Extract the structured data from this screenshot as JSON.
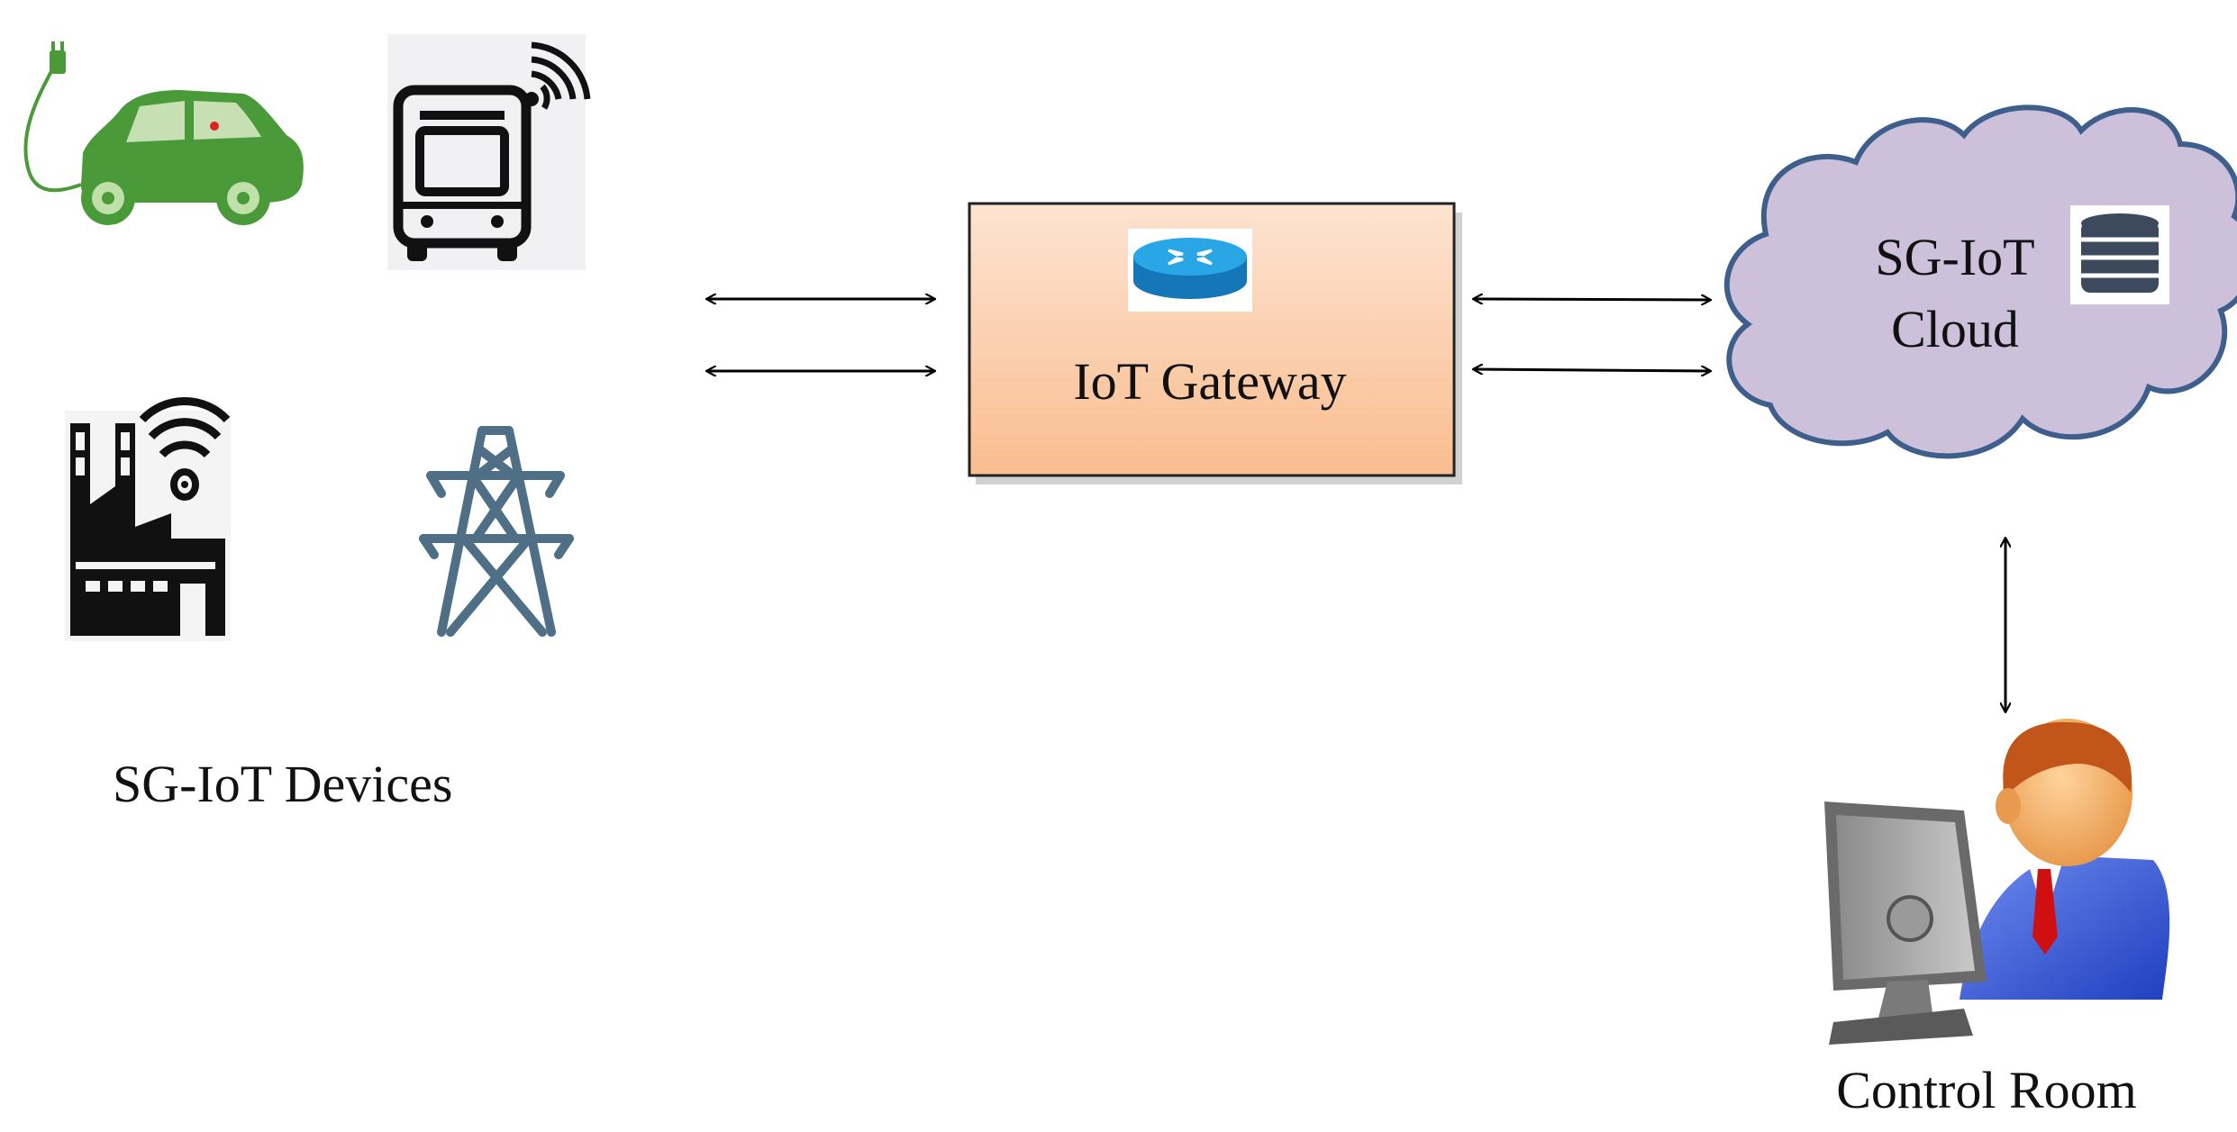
{
  "devices": {
    "label": "SG-IoT Devices",
    "icons": [
      "electric-car-icon",
      "smart-bus-icon",
      "smart-factory-icon",
      "transmission-tower-icon"
    ]
  },
  "gateway": {
    "label": "IoT Gateway",
    "icon": "router-icon",
    "fill_top": "#fde3d1",
    "fill_bottom": "#f9bd8f"
  },
  "cloud": {
    "line1": "SG-IoT",
    "line2": "Cloud",
    "icon": "database-icon",
    "fill": "#ccc0da",
    "stroke": "#3e5f8c"
  },
  "control_room": {
    "label": "Control Room",
    "icon": "operator-computer-icon"
  },
  "colors": {
    "car": "#4a9a3a",
    "tower": "#4f6f86",
    "router": "#1b8fcf",
    "database": "#3d4a5e"
  }
}
